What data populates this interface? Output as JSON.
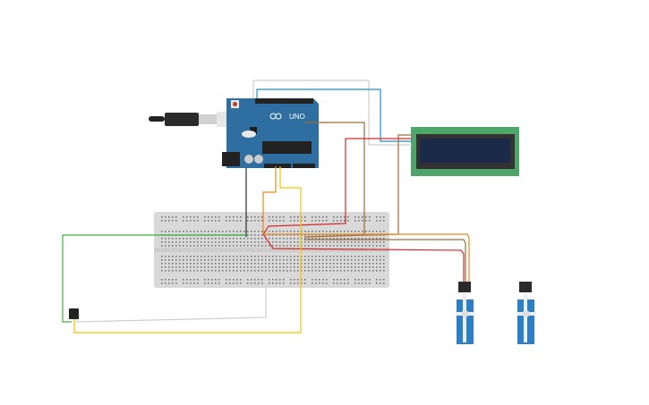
{
  "board": {
    "logo_text": "UNO",
    "color": "#2f6ea0"
  },
  "lcd": {
    "board_color": "#4ea56a",
    "screen_color": "#1c2a4a"
  },
  "breadboard": {
    "color": "#d9d9d9"
  },
  "servos": [
    {
      "id": "servo-1"
    },
    {
      "id": "servo-2"
    }
  ],
  "wire_colors": {
    "green": "#3cb43c",
    "yellow": "#f5c400",
    "orange": "#e8891a",
    "red": "#d42a2a",
    "brown": "#9a6a3c",
    "black": "#2a2a2a",
    "blue": "#1e8fc8",
    "gray": "#cfcfcf"
  }
}
